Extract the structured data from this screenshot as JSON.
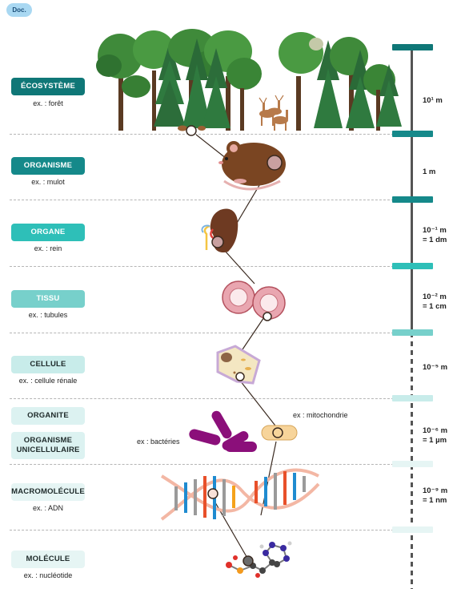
{
  "doc_tag": "Doc.",
  "levels": [
    {
      "label": "ÉCOSYSTÈME",
      "example": "ex. : forêt",
      "bg": "#0f7777",
      "fg": "#ffffff"
    },
    {
      "label": "ORGANISME",
      "example": "ex. : mulot",
      "bg": "#15898a",
      "fg": "#ffffff"
    },
    {
      "label": "ORGANE",
      "example": "ex. : rein",
      "bg": "#2ebfb8",
      "fg": "#ffffff"
    },
    {
      "label": "TISSU",
      "example": "ex. : tubules",
      "bg": "#77d0cb",
      "fg": "#ffffff"
    },
    {
      "label": "CELLULE",
      "example": "ex. : cellule rénale",
      "bg": "#c8ecea",
      "fg": "#1e2a2a"
    },
    {
      "label": "ORGANITE",
      "example": "",
      "bg": "#dcf2f1",
      "fg": "#1e2a2a"
    },
    {
      "label": "ORGANISME UNICELLULAIRE",
      "example": "",
      "bg": "#dcf2f1",
      "fg": "#1e2a2a"
    },
    {
      "label": "MACROMOLÉCULE",
      "example": "ex. : ADN",
      "bg": "#e6f5f4",
      "fg": "#1e2a2a"
    },
    {
      "label": "MOLÉCULE",
      "example": "ex. : nucléotide",
      "bg": "#e6f5f4",
      "fg": "#1e2a2a"
    }
  ],
  "scales": {
    "ecosystem": {
      "line1": "10¹ m",
      "line2": ""
    },
    "organism": {
      "line1": "1 m",
      "line2": ""
    },
    "organ": {
      "line1": "10⁻¹ m",
      "line2": "= 1 dm"
    },
    "tissue": {
      "line1": "10⁻² m",
      "line2": "= 1 cm"
    },
    "cell": {
      "line1": "10⁻⁵ m",
      "line2": ""
    },
    "organelle": {
      "line1": "10⁻⁶ m",
      "line2": "= 1 µm"
    },
    "macromolecule": {
      "line1": "10⁻⁹ m",
      "line2": "= 1 nm"
    }
  },
  "annotations": {
    "mitochondria": "ex : mitochondrie",
    "bacteria": "ex : bactéries"
  },
  "colors": {
    "scale_bar_dark": "#0f7777",
    "scale_bar_mid": "#15898a",
    "scale_bar_teal": "#2ebfb8",
    "scale_bar_light": "#77d0cb",
    "scale_bar_pale": "#c8ecea",
    "scale_bar_faint": "#e6f5f4",
    "scale_line": "#555555"
  }
}
